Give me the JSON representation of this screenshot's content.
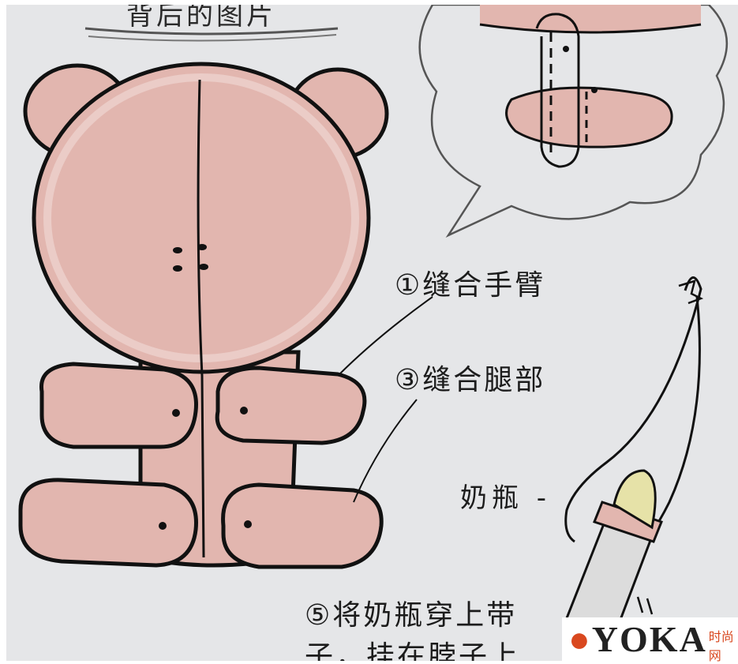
{
  "heading_fragment": "背后的图片",
  "steps": {
    "step1": "①缝合手臂",
    "step3": "③缝合腿部",
    "step5": "⑤将奶瓶穿上带",
    "step5_continued": "子，挂在脖子上"
  },
  "bottle_label": "奶瓶 -",
  "watermark": {
    "logo": "YOKA",
    "subtext": "时尚网"
  },
  "colors": {
    "paper": "#e5e6e8",
    "bear_fill": "#e2b6af",
    "outline": "#111111",
    "bottle_nipple": "#e6e2a8",
    "watermark_accent": "#d9481f"
  }
}
